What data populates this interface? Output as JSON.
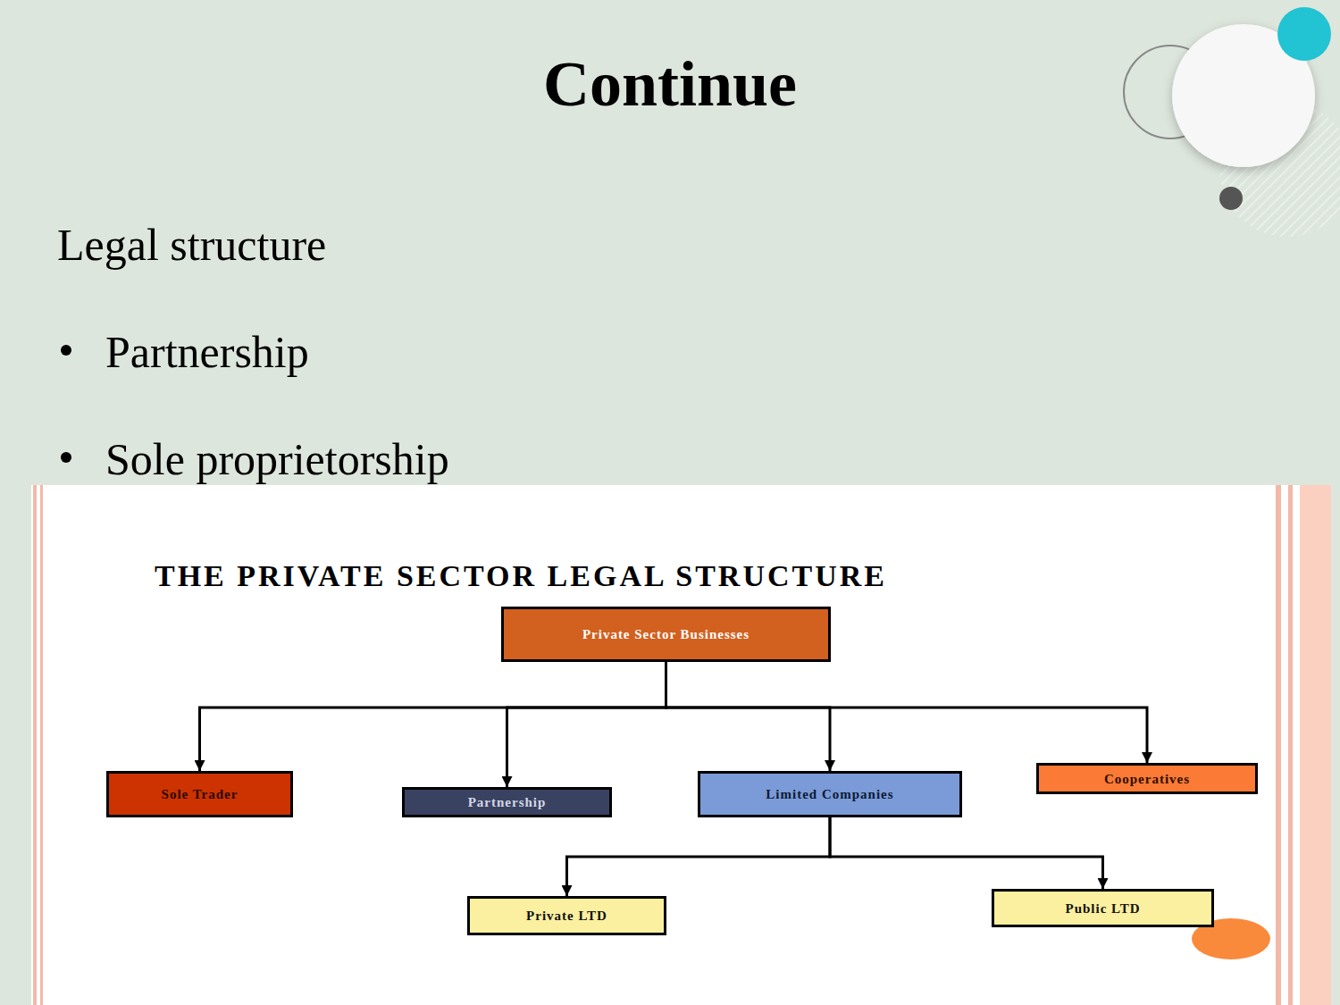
{
  "diagram": {
    "title": "Continue",
    "nodes": [
      {
        "text": [
          "Private Sector Businesses"
        ]
      },
      {
        "text": [
          "Sole Trader"
        ]
      },
      {
        "text": [
          "Partnership"
        ]
      },
      {
        "text": [
          "Limited Companies"
        ]
      },
      {
        "text": [
          "Cooperatives"
        ]
      },
      {
        "text": [
          "Private LTD"
        ]
      },
      {
        "text": [
          "Public LTD"
        ]
      }
    ],
    "edges": [
      {
        "from": 0,
        "to": 1,
        "arrow": "to"
      },
      {
        "from": 0,
        "to": 2,
        "arrow": "to"
      },
      {
        "from": 0,
        "to": 3,
        "arrow": "to"
      },
      {
        "from": 0,
        "to": 4,
        "arrow": "to"
      },
      {
        "from": 3,
        "to": 5,
        "arrow": "to"
      },
      {
        "from": 3,
        "to": 6,
        "arrow": "to"
      }
    ],
    "labels": [
      "Legal structure",
      "Partnership",
      "Sole proprietorship",
      "THE PRIVATE SECTOR LEGAL STRUCTURE"
    ]
  }
}
